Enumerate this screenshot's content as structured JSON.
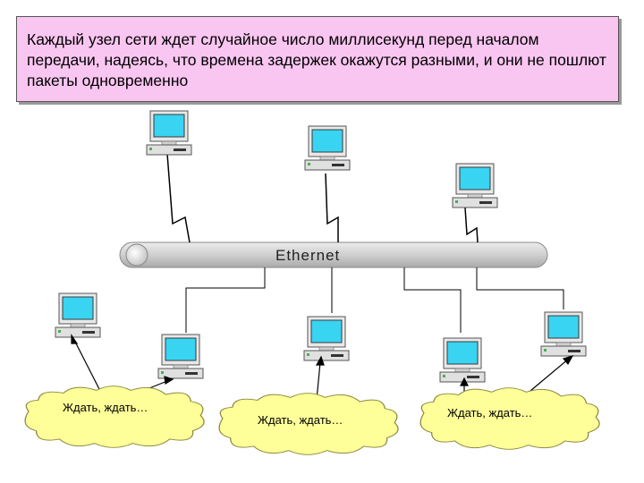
{
  "caption": {
    "text": "Каждый узел сети ждет случайное число миллисекунд перед началом передачи, надеясь, что времена задержек окажутся разными, и они не пошлют пакеты одновременно"
  },
  "bus": {
    "label": "Ethernet"
  },
  "clouds": [
    {
      "label": "Ждать, ждать…"
    },
    {
      "label": "Ждать, ждать…"
    },
    {
      "label": "Ждать, ждать…"
    }
  ],
  "colors": {
    "caption_bg": "#f9c6f1",
    "screen": "#38d4f2",
    "cloud": "#ffff99",
    "bus": "#d4d4d4"
  }
}
